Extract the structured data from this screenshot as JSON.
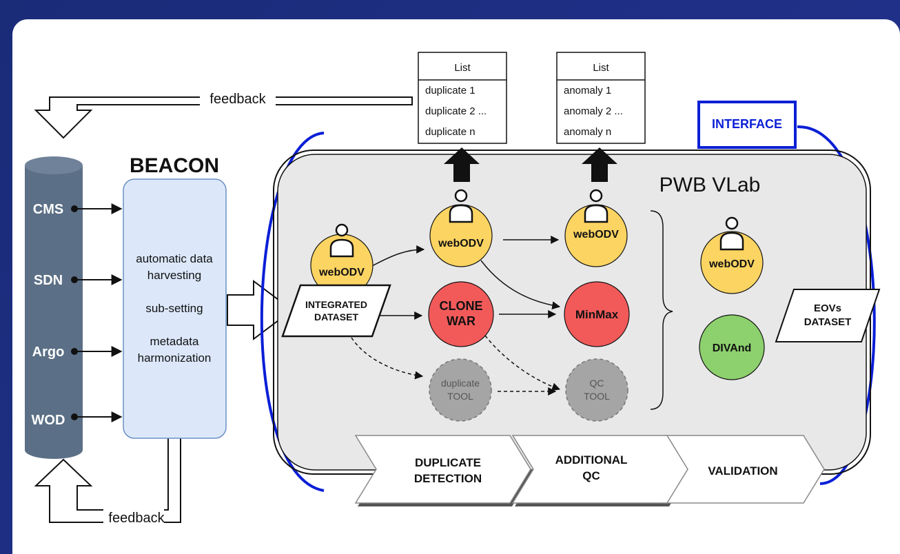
{
  "feedback_top": "feedback",
  "feedback_bottom": "feedback",
  "beacon_title": "BEACON",
  "sources": [
    "CMS",
    "SDN",
    "Argo",
    "WOD"
  ],
  "beacon_tasks": [
    "automatic data",
    "harvesting",
    "sub-setting",
    "metadata",
    "harmonization"
  ],
  "vlab_title": "PWB VLab",
  "interface_label": "INTERFACE",
  "integrated_dataset": [
    "INTEGRATED",
    "DATASET"
  ],
  "eovs_dataset": [
    "EOVs",
    "DATASET"
  ],
  "webodv_label": "webODV",
  "clone_war": [
    "CLONE",
    "WAR"
  ],
  "minmax": "MinMax",
  "divand": "DIVAnd",
  "duplicate_tool": [
    "duplicate",
    "TOOL"
  ],
  "qc_tool": [
    "QC",
    "TOOL"
  ],
  "list_duplicates": {
    "header": "List",
    "items": [
      "duplicate 1",
      "duplicate 2 ...",
      "duplicate n"
    ]
  },
  "list_anomalies": {
    "header": "List",
    "items": [
      "anomaly 1",
      "anomaly 2 ...",
      "anomaly n"
    ]
  },
  "stages": [
    [
      "DUPLICATE",
      "DETECTION"
    ],
    [
      "ADDITIONAL",
      "QC"
    ],
    [
      "VALIDATION"
    ]
  ],
  "colors": {
    "background": "#1f2f86",
    "blue": "#0a1fd6",
    "webodv": "#fcd462",
    "red": "#f25a5a",
    "green": "#8dd06e",
    "gray_tool": "#a5a5a5",
    "beacon_box": "#dce8fa",
    "vlab_bg": "#e8e8e8",
    "cylinder": "#5b6f86"
  }
}
